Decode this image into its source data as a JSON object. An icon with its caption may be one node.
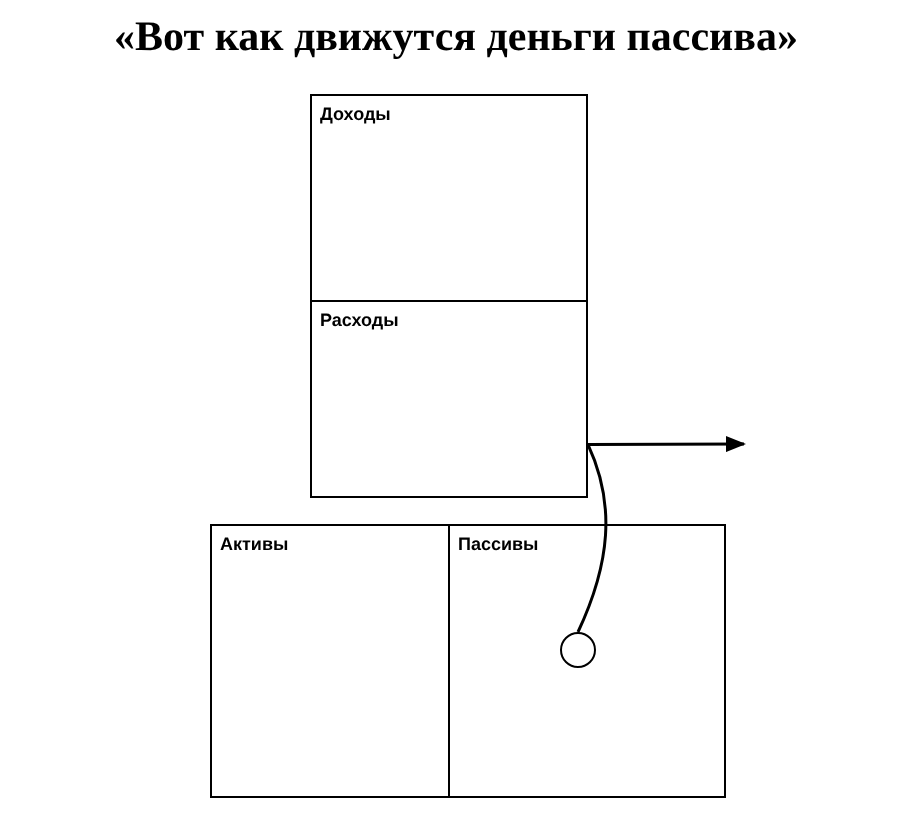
{
  "diagram": {
    "title": "«Вот как движутся деньги пассива»",
    "nodes": [
      {
        "text": [
          "Доходы"
        ]
      },
      {
        "text": [
          "Расходы"
        ]
      },
      {
        "text": [
          "Активы"
        ]
      },
      {
        "text": [
          "Пассивы"
        ]
      },
      {
        "text": [],
        "shape": "circle",
        "in": 3
      }
    ],
    "edges": [
      {
        "from": 4,
        "to": 1,
        "arrow": "none"
      },
      {
        "from": 1,
        "to": null,
        "arrow": "to"
      }
    ]
  }
}
